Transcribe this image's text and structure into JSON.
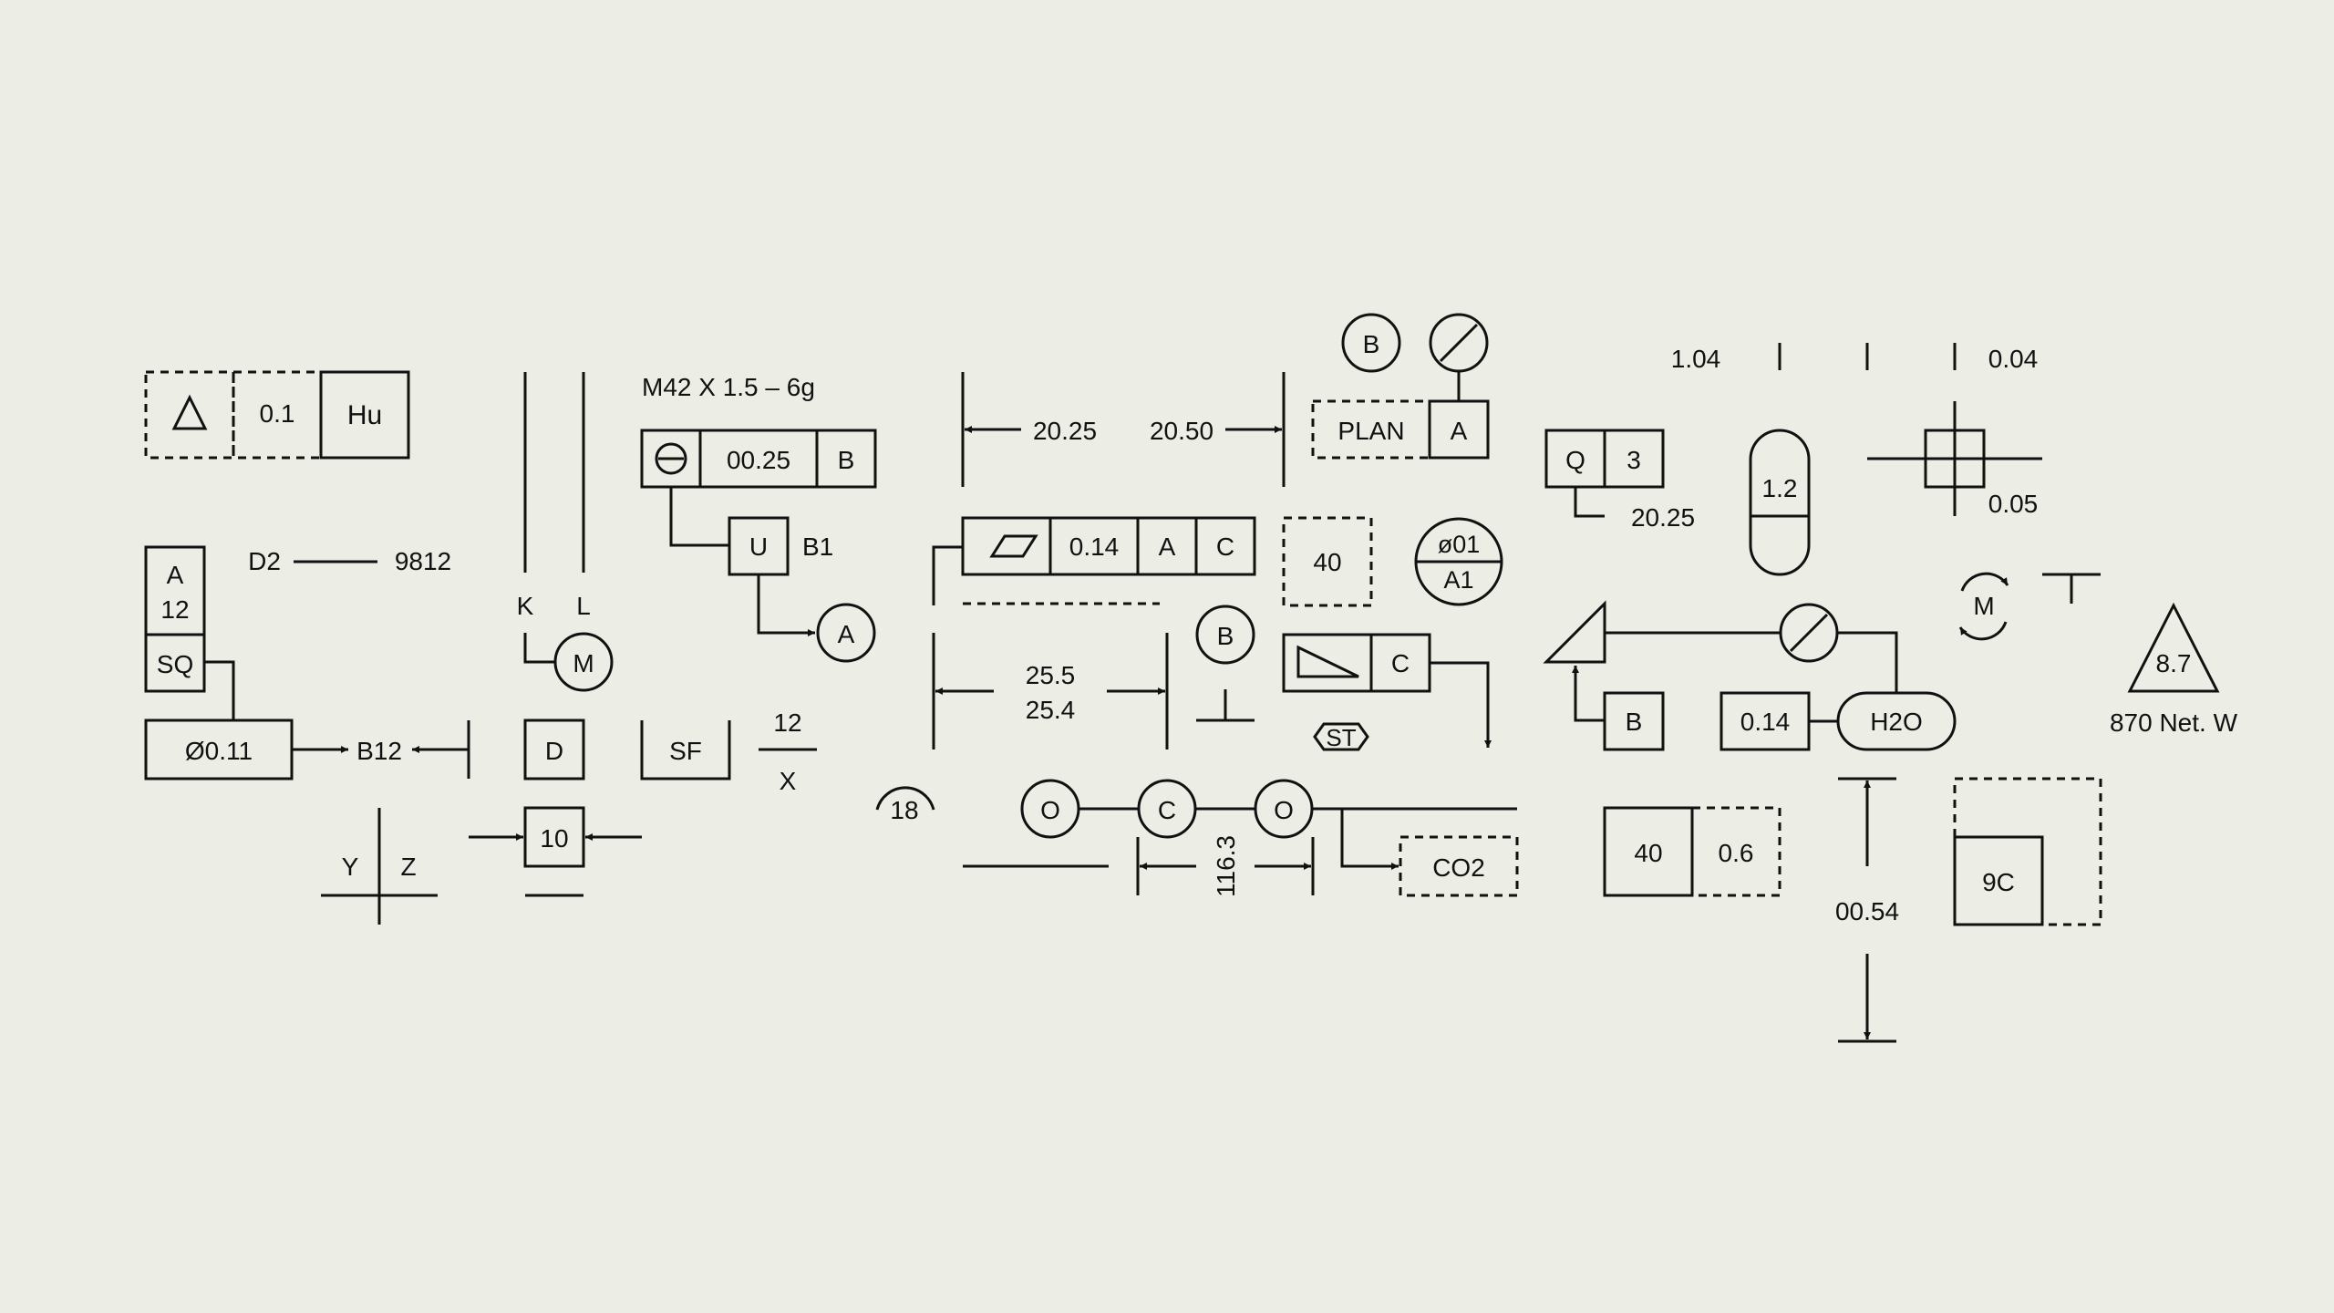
{
  "colors": {
    "background": "#ecede4",
    "ink": "#111111"
  },
  "icons": [
    "triangle-icon",
    "circle-with-bar-icon",
    "flatness-icon",
    "slope-icon",
    "no-diameter-icon",
    "perpendicular-icon",
    "rotation-icon",
    "crosshair-icon"
  ],
  "row1": {
    "c1": "0.1",
    "c2": "Hu"
  },
  "stack": {
    "a": "A",
    "n": "12",
    "sq": "SQ",
    "dia": "Ø0.11",
    "ref": "B12"
  },
  "d2": {
    "left": "D2",
    "right": "9812"
  },
  "yz": {
    "y": "Y",
    "z": "Z"
  },
  "kl": {
    "k": "K",
    "l": "L",
    "m": "M"
  },
  "dbox": "D",
  "ten": "10",
  "thread": "M42 X 1.5 – 6g",
  "fcf1": {
    "tol": "00.25",
    "datum": "B"
  },
  "ubox": {
    "u": "U",
    "b1": "B1",
    "a": "A"
  },
  "sf": "SF",
  "frac": {
    "num": "12",
    "den": "X"
  },
  "dim1": {
    "left": "20.25",
    "right": "20.50"
  },
  "fcf2": {
    "tol": "0.14",
    "d1": "A",
    "d2": "C"
  },
  "dim2": {
    "top": "25.5",
    "bottom": "25.4"
  },
  "eighteen": "18",
  "bubbleB": "B",
  "chain": {
    "o1": "O",
    "c": "C",
    "o2": "O",
    "dim": "116.3",
    "co2": "CO2"
  },
  "plan": {
    "label": "PLAN",
    "datum": "A",
    "bubble": "B"
  },
  "forty": "40",
  "ovalbox": {
    "top": "ø01",
    "bottom": "A1"
  },
  "slopeBox": {
    "datum": "C",
    "st": "ST"
  },
  "qbox": {
    "q": "Q",
    "n": "3",
    "dim": "20.25"
  },
  "capsule": "1.2",
  "topdims": {
    "left": "1.04",
    "right": "0.04"
  },
  "cross": {
    "dim": "0.05"
  },
  "weld": {
    "b": "B",
    "tol": "0.14",
    "h2o": "H2O"
  },
  "box406": {
    "a": "40",
    "b": "0.6"
  },
  "vdim": "00.54",
  "rot": {
    "m": "M"
  },
  "tri": {
    "value": "8.7",
    "caption": "870 Net. W"
  },
  "nineC": "9C"
}
